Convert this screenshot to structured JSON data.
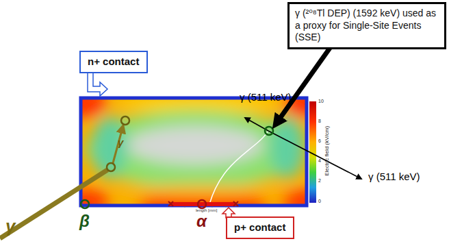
{
  "diagram": {
    "nodes": [
      {
        "text": [
          "γ (²⁰⁸Tl DEP) (1592 keV) used as a proxy for Single-Site Events (SSE)"
        ]
      },
      {
        "text": [
          "n+ contact"
        ]
      },
      {
        "text": [
          "p+ contact"
        ]
      }
    ],
    "labels": [
      "γ (511 keV)",
      "γ (511 keV)",
      "γ",
      "γ",
      "β",
      "α",
      "Electric field (kV/cm)",
      "length [mm]",
      "10",
      "8",
      "6",
      "4",
      "2",
      "0"
    ]
  }
}
